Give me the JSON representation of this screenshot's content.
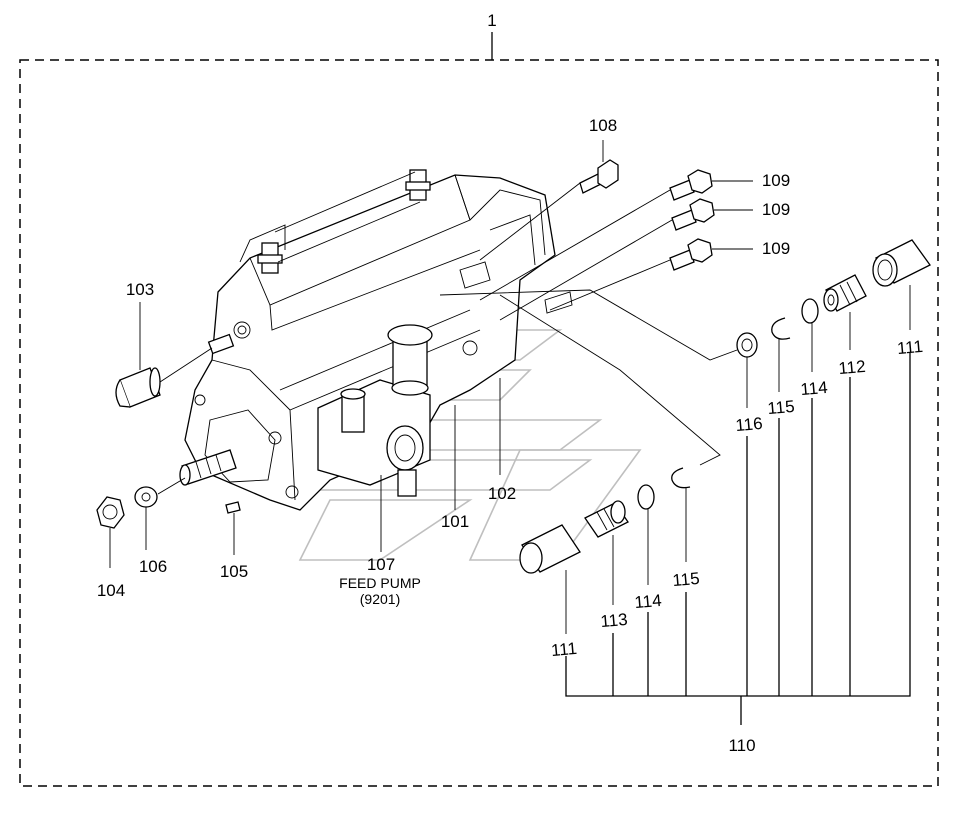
{
  "labels": {
    "l1": "1",
    "l101": "101",
    "l102": "102",
    "l103": "103",
    "l104": "104",
    "l105": "105",
    "l106": "106",
    "l107": "107",
    "l108": "108",
    "l109a": "109",
    "l109b": "109",
    "l109c": "109",
    "l110": "110",
    "l111a": "111",
    "l111b": "111",
    "l112": "112",
    "l113": "113",
    "l114a": "114",
    "l114b": "114",
    "l115a": "115",
    "l115b": "115",
    "l116": "116"
  },
  "caption": {
    "line1": "FEED PUMP",
    "line2": "(9201)"
  }
}
